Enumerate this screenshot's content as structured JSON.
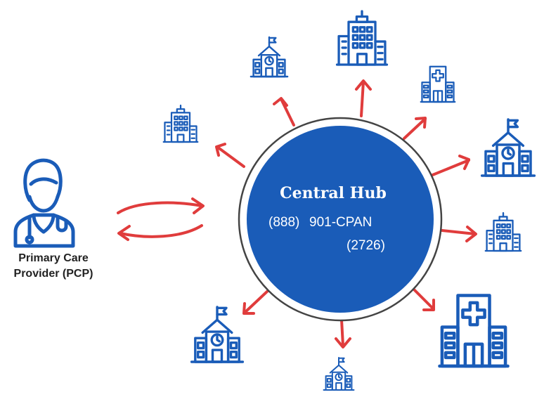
{
  "pcp": {
    "label_line1": "Primary Care",
    "label_line2": "Provider (PCP)",
    "icon": "doctor-stethoscope-icon"
  },
  "hub": {
    "title": "Central Hub",
    "phone_area": "(888)",
    "phone_number": "901-CPAN",
    "phone_digits": "(2726)"
  },
  "colors": {
    "hub_circle": "#1a5cb8",
    "icons": "#1a5cb8",
    "arrows": "#e03c3c"
  },
  "destinations": [
    {
      "icon": "school-building-icon"
    },
    {
      "icon": "office-building-icon"
    },
    {
      "icon": "hospital-icon"
    },
    {
      "icon": "office-building-icon"
    },
    {
      "icon": "school-building-icon"
    },
    {
      "icon": "office-building-icon"
    },
    {
      "icon": "hospital-icon"
    },
    {
      "icon": "school-building-icon"
    },
    {
      "icon": "school-building-icon"
    }
  ]
}
